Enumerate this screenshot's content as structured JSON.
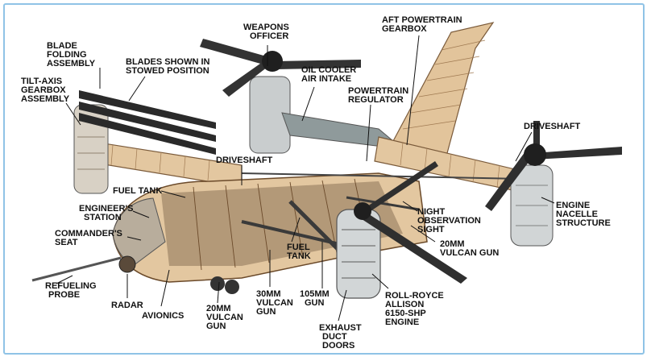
{
  "colors": {
    "frame": "#8fc3e6",
    "airframe": "#e3c7a0",
    "airframe_dark": "#b98e62",
    "skin_gray": "#9aa3a5",
    "rotor": "#2a2a2a",
    "interior": "#7d6a55",
    "label": "#111111"
  },
  "labels": {
    "weapons_officer": [
      "WEAPONS",
      "OFFICER"
    ],
    "aft_powertrain_gearbox": [
      "AFT POWERTRAIN",
      "GEARBOX"
    ],
    "blade_folding_assembly": [
      "BLADE",
      "FOLDING",
      "ASSEMBLY"
    ],
    "blades_stowed": [
      "BLADES SHOWN IN",
      "STOWED POSITION"
    ],
    "oil_cooler_air_intake": [
      "OIL COOLER",
      "AIR INTAKE"
    ],
    "tilt_axis_gearbox": [
      "TILT-AXIS",
      "GEARBOX",
      "ASSEMBLY"
    ],
    "powertrain_regulator": [
      "POWERTRAIN",
      "REGULATOR"
    ],
    "driveshaft_right": [
      "DRIVESHAFT"
    ],
    "driveshaft_center": [
      "DRIVESHAFT"
    ],
    "fuel_tank_left": [
      "FUEL TANK"
    ],
    "engineers_station": [
      "ENGINEER'S",
      "STATION"
    ],
    "commanders_seat": [
      "COMMANDER'S",
      "SEAT"
    ],
    "refueling_probe": [
      "REFUELING",
      "PROBE"
    ],
    "radar": [
      "RADAR"
    ],
    "avionics": [
      "AVIONICS"
    ],
    "gun_20mm_bottom": [
      "20MM",
      "VULCAN",
      "GUN"
    ],
    "gun_30mm": [
      "30MM",
      "VULCAN",
      "GUN"
    ],
    "fuel_tank_center": [
      "FUEL",
      "TANK"
    ],
    "gun_105mm": [
      "105MM",
      "GUN"
    ],
    "exhaust_duct_doors": [
      "EXHAUST",
      "DUCT",
      "DOORS"
    ],
    "engine": [
      "ROLL-ROYCE",
      "ALLISON",
      "6150-SHP",
      "ENGINE"
    ],
    "night_observation_sight": [
      "NIGHT",
      "OBSERVATION",
      "SIGHT"
    ],
    "gun_20mm_right": [
      "20MM",
      "VULCAN GUN"
    ],
    "engine_nacelle_structure": [
      "ENGINE",
      "NACELLE",
      "STRUCTURE"
    ]
  }
}
